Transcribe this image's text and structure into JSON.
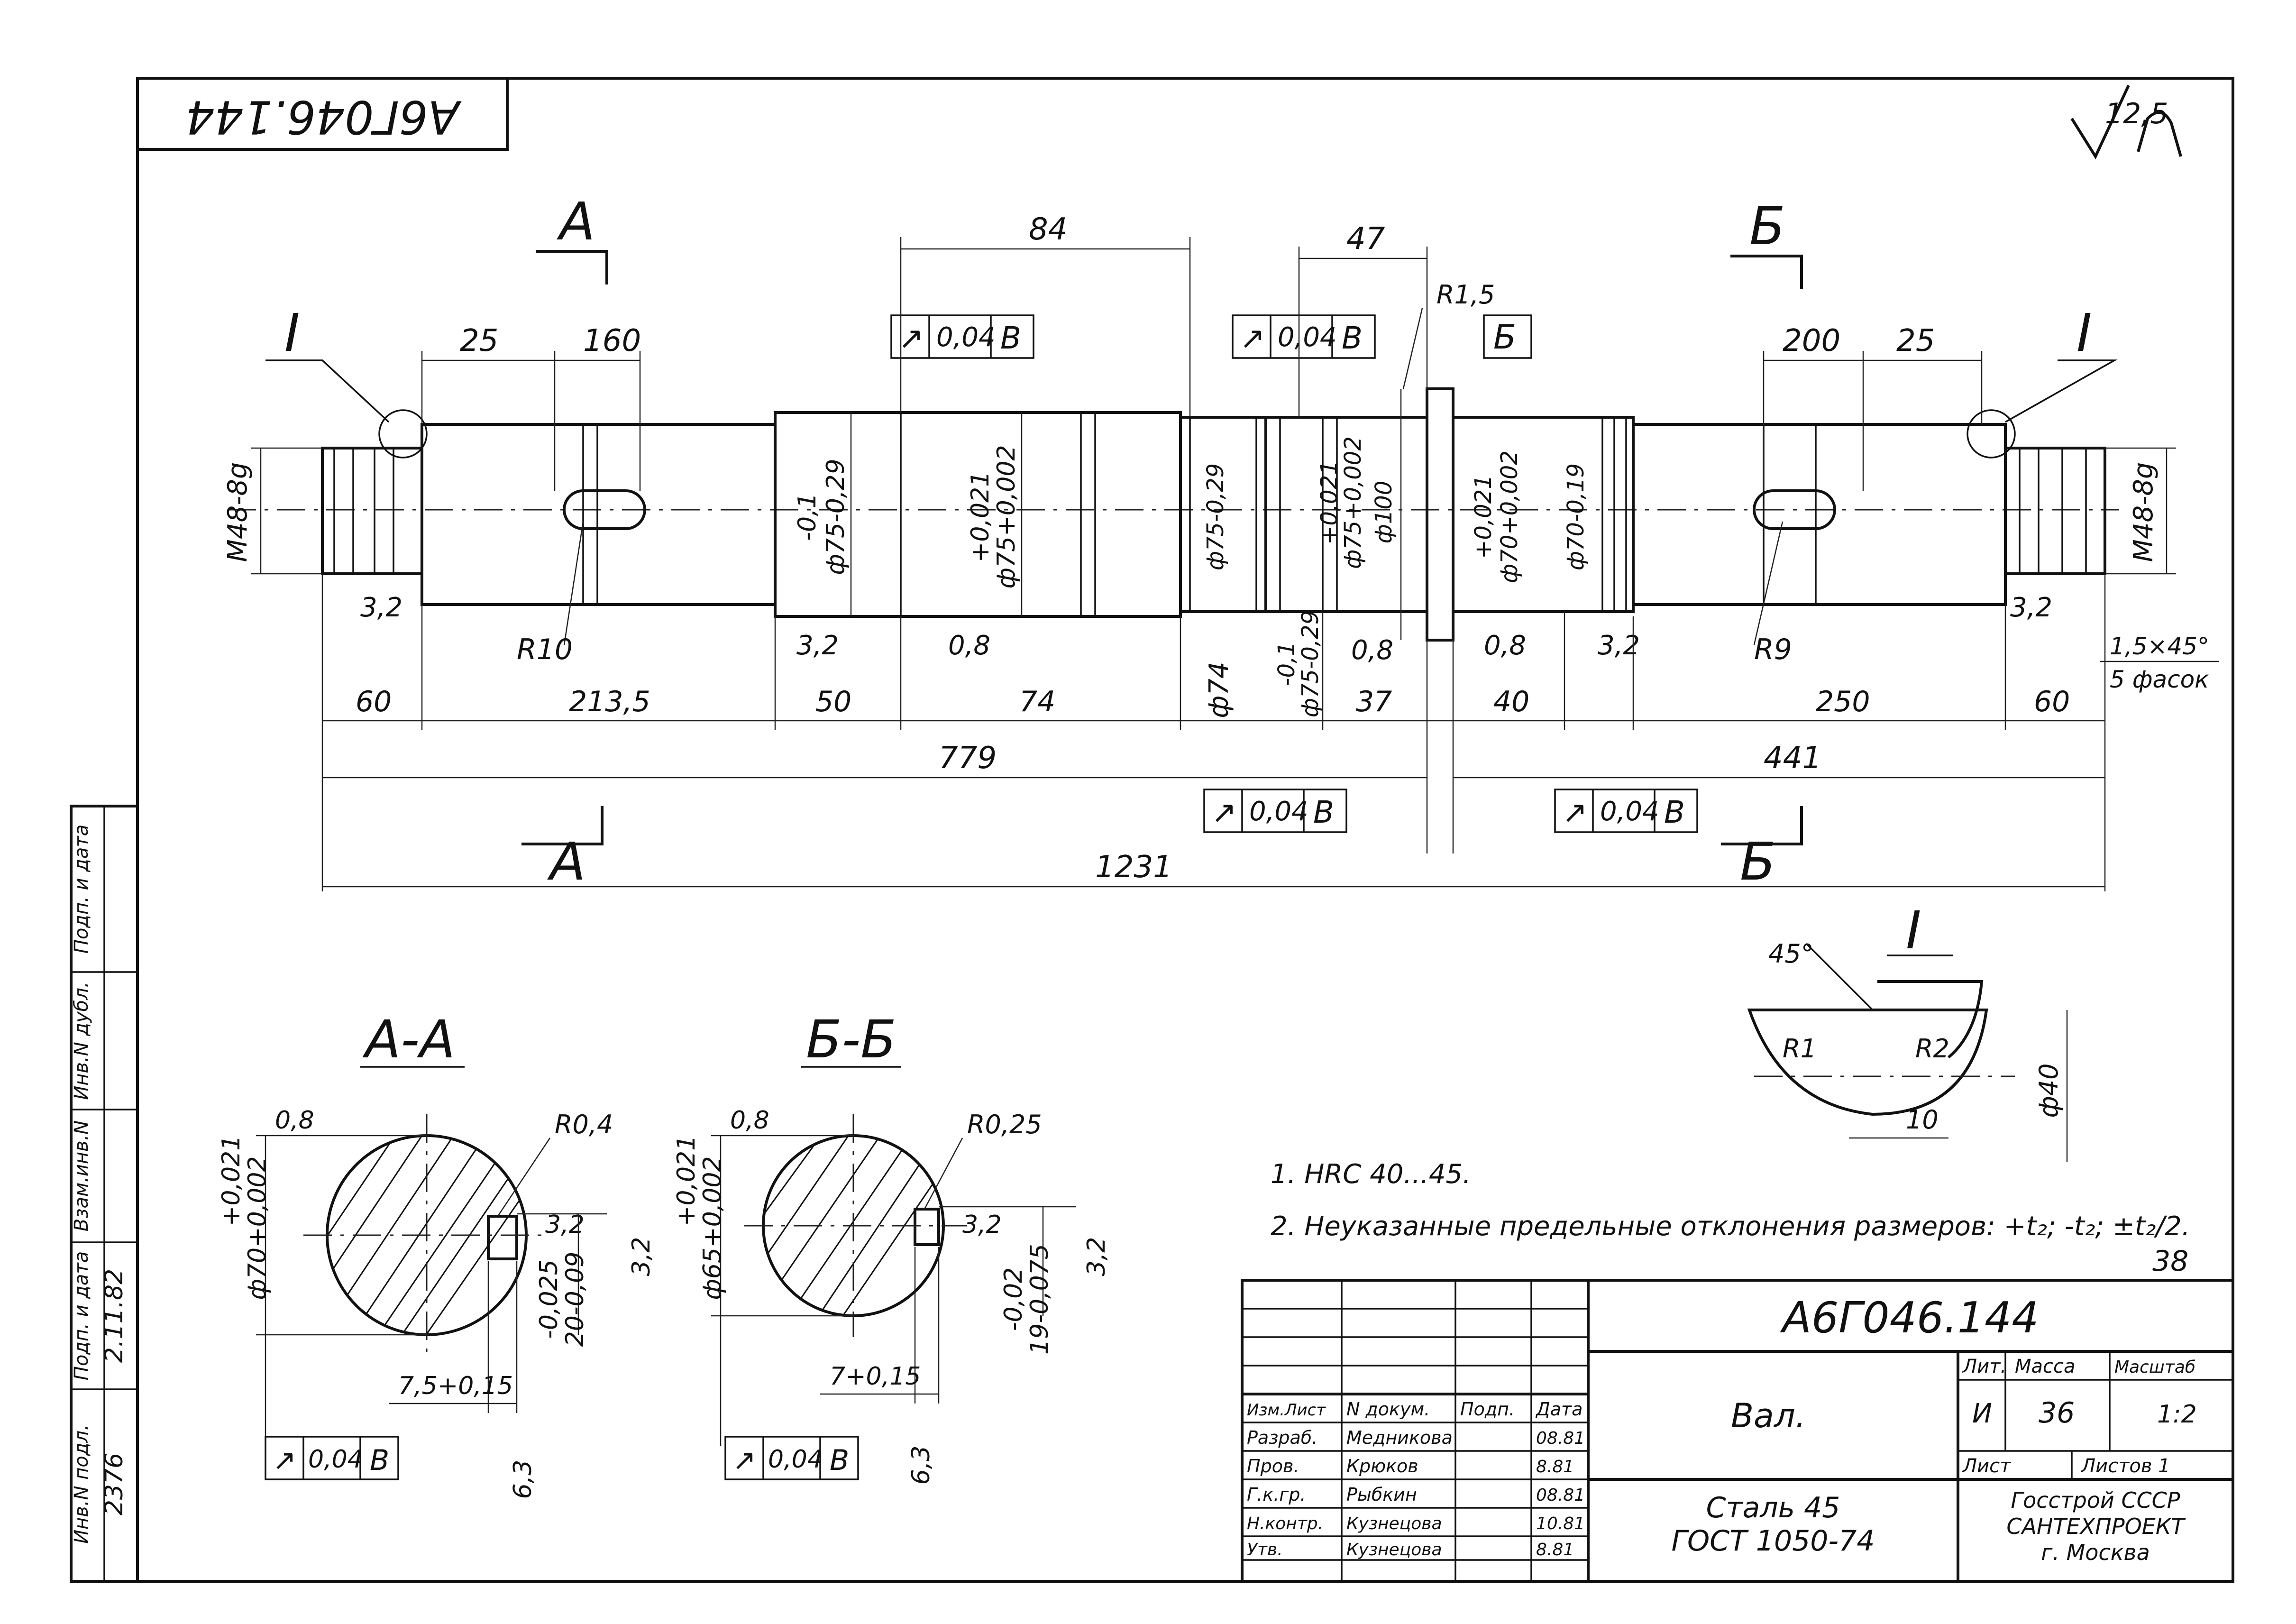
{
  "drawing": {
    "number": "А6Г046.144",
    "sheet_index": "38",
    "roughness_general": "12,5",
    "title": "Вал.",
    "material_line1": "Сталь 45",
    "material_line2": "ГОСТ 1050-74",
    "org_line1": "Госстрой СССР",
    "org_line2": "САНТЕХПРОЕКТ",
    "org_line3": "г. Москва",
    "mass": "36",
    "scale": "1:2",
    "litera": "И",
    "sheets_label": "Листов 1"
  },
  "title_block": {
    "col_headers": [
      "Изм.Лист",
      "N докум.",
      "Подп.",
      "Дата"
    ],
    "rows": [
      {
        "role": "Разраб.",
        "name": "Медникова"
      },
      {
        "role": "Пров.",
        "name": "Крюков"
      },
      {
        "role": "Г.к.гр.",
        "name": "Рыбкин"
      },
      {
        "role": "Н.контр.",
        "name": "Кузнецова"
      },
      {
        "role": "Утв.",
        "name": "Кузнецова"
      }
    ],
    "dates": [
      "08.81",
      "8.81",
      "08.81",
      "10.81",
      "8.81"
    ],
    "lit_label": "Лит.",
    "mass_label": "Масса",
    "scale_label": "Масштаб",
    "sheet_label": "Лист"
  },
  "side_stamp": {
    "labels": [
      "Инв.N подл.",
      "Подп. и дата",
      "Взам.инв.N",
      "Инв.N дубл.",
      "Подп. и дата"
    ],
    "inv_number": "2376",
    "sign_date": "2.11.82"
  },
  "section_marks": {
    "a": "А",
    "b": "Б",
    "detail": "I",
    "view_a": "А-А",
    "view_b": "Б-Б",
    "datum": "Б"
  },
  "dimensions": {
    "d84": "84",
    "d47": "47",
    "r15": "R1,5",
    "d25l": "25",
    "d160": "160",
    "d200": "200",
    "d25r": "25",
    "thread_l": "М48-8g",
    "thread_r": "М48-8g",
    "dia_75_1": "ф75-0,29",
    "dia_75_1_top": "-0,1",
    "dia_75_2": "ф75+0,002",
    "dia_75_2_top": "+0,021",
    "dia_75_3": "ф75-0,29",
    "dia_74": "ф74",
    "dia_75_4": "ф75-0,29",
    "dia_75_4_top": "-0,1",
    "dia_75_5": "ф75+0,002",
    "dia_75_5_top": "+0,021",
    "dia_100": "ф100",
    "dia_70": "ф70+0,002",
    "dia_70_top": "+0,021",
    "dia_70_2": "ф70-0,19",
    "r10": "R10",
    "r9": "R9",
    "chamfer": "1,5×45°",
    "chamfer_note": "5 фасок",
    "d60l": "60",
    "d2135": "213,5",
    "d50": "50",
    "d74": "74",
    "d37": "37",
    "d40": "40",
    "d250": "250",
    "d60r": "60",
    "d779": "779",
    "d441": "441",
    "d1231": "1231",
    "rough32": "3,2",
    "rough08": "0,8",
    "rough63": "6,3"
  },
  "tolerance_frames": {
    "runout": "↗",
    "value": "0,04",
    "datum": "В"
  },
  "section_aa": {
    "dia": "ф70+0,002",
    "dia_top": "+0,021",
    "r": "R0,4",
    "rough_face": "3,2",
    "rough_bot": "3,2",
    "depth": "20-0,09",
    "depth_top": "-0,025",
    "width": "7,5+0,15"
  },
  "section_bb": {
    "dia": "ф65+0,002",
    "dia_top": "+0,021",
    "r": "R0,25",
    "rough_face": "3,2",
    "rough_bot": "3,2",
    "depth": "19-0,075",
    "depth_top": "-0,02",
    "width": "7+0,15"
  },
  "detail_i": {
    "r1": "R1",
    "r2": "R2",
    "angle": "45°",
    "d10": "10",
    "d40": "ф40"
  },
  "notes": [
    "1. HRC 40...45.",
    "2. Неуказанные предельные отклонения размеров: +t₂; -t₂; ±t₂/2."
  ]
}
